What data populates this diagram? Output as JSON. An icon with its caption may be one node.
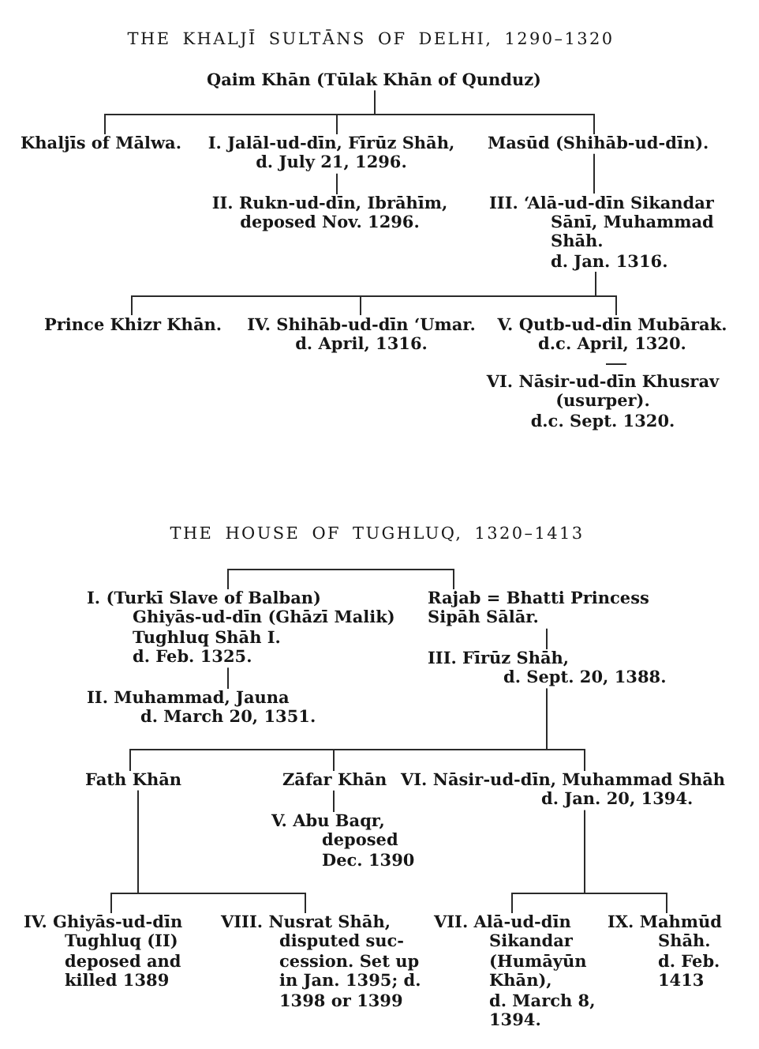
{
  "diagram": {
    "labels": [
      "THE KHALJĪ SULTĀNS OF DELHI, 1290–1320",
      "THE HOUSE OF TUGHLUQ, 1320–1413"
    ],
    "nodes": [
      {
        "text": [
          "Qaim Khān (Tūlak Khān of Qunduz)"
        ]
      },
      {
        "text": [
          "Khaljīs of Mālwa."
        ]
      },
      {
        "text": [
          "I. Jalāl-ud-dīn, Fīrūz Shāh,",
          "d. July 21, 1296."
        ]
      },
      {
        "text": [
          "Masūd (Shihāb-ud-dīn)."
        ]
      },
      {
        "text": [
          "II. Rukn-ud-dīn, Ibrāhīm,",
          "deposed Nov. 1296."
        ]
      },
      {
        "text": [
          "III. ‘Alā-ud-dīn Sikandar Sānī, Muhammad Shāh.",
          "d. Jan. 1316."
        ]
      },
      {
        "text": [
          "Prince Khizr Khān."
        ]
      },
      {
        "text": [
          "IV. Shihāb-ud-dīn ‘Umar.",
          "d. April, 1316."
        ]
      },
      {
        "text": [
          "V. Qutb-ud-dīn Mubārak.",
          "d.c. April, 1320."
        ]
      },
      {
        "text": [
          "VI. Nāsir-ud-dīn Khusrav (usurper).",
          "d.c. Sept. 1320."
        ]
      },
      {
        "text": [
          "I. (Turkī Slave of Balban)",
          "Ghiyās-ud-dīn (Ghāzī Malik) Tughluq Shāh I.",
          "d. Feb. 1325."
        ]
      },
      {
        "text": [
          "Rajab = Bhatti Princess",
          "Sipāh Sālār."
        ]
      },
      {
        "text": [
          "II. Muhammad, Jauna",
          "d. March 20, 1351."
        ]
      },
      {
        "text": [
          "III. Fīrūz Shāh,",
          "d. Sept. 20, 1388."
        ]
      },
      {
        "text": [
          "Fath Khān"
        ]
      },
      {
        "text": [
          "Zāfar Khān"
        ]
      },
      {
        "text": [
          "VI. Nāsir-ud-dīn, Muhammad Shāh",
          "d. Jan. 20, 1394."
        ]
      },
      {
        "text": [
          "V. Abu Baqr,",
          "deposed Dec. 1390"
        ]
      },
      {
        "text": [
          "IV. Ghiyās-ud-dīn Tughluq (II) deposed and killed 1389"
        ]
      },
      {
        "text": [
          "VIII. Nusrat Shāh, disputed suc- cession. Set up in Jan. 1395; d. 1398 or 1399"
        ]
      },
      {
        "text": [
          "VII. Alā-ud-dīn Sikandar (Humāyūn Khān),",
          "d. March 8, 1394."
        ]
      },
      {
        "text": [
          "IX. Mahmūd Shāh.",
          "d. Feb. 1413"
        ]
      }
    ],
    "edges": [
      {
        "from": 0,
        "to": 1,
        "arrow": "none"
      },
      {
        "from": 0,
        "to": 2,
        "arrow": "none"
      },
      {
        "from": 0,
        "to": 3,
        "arrow": "none"
      },
      {
        "from": 2,
        "to": 4,
        "arrow": "none"
      },
      {
        "from": 3,
        "to": 5,
        "arrow": "none"
      },
      {
        "from": 5,
        "to": 6,
        "arrow": "none"
      },
      {
        "from": 5,
        "to": 7,
        "arrow": "none"
      },
      {
        "from": 5,
        "to": 8,
        "arrow": "none"
      },
      {
        "from": 8,
        "to": 9,
        "arrow": "none"
      },
      {
        "from": 10,
        "to": 11,
        "arrow": "none"
      },
      {
        "from": 10,
        "to": 12,
        "arrow": "none"
      },
      {
        "from": 11,
        "to": 13,
        "arrow": "none"
      },
      {
        "from": 13,
        "to": 14,
        "arrow": "none"
      },
      {
        "from": 13,
        "to": 15,
        "arrow": "none"
      },
      {
        "from": 13,
        "to": 16,
        "arrow": "none"
      },
      {
        "from": 15,
        "to": 17,
        "arrow": "none"
      },
      {
        "from": 14,
        "to": 18,
        "arrow": "none"
      },
      {
        "from": 14,
        "to": 19,
        "arrow": "none"
      },
      {
        "from": 16,
        "to": 20,
        "arrow": "none"
      },
      {
        "from": 16,
        "to": 21,
        "arrow": "none"
      }
    ]
  }
}
